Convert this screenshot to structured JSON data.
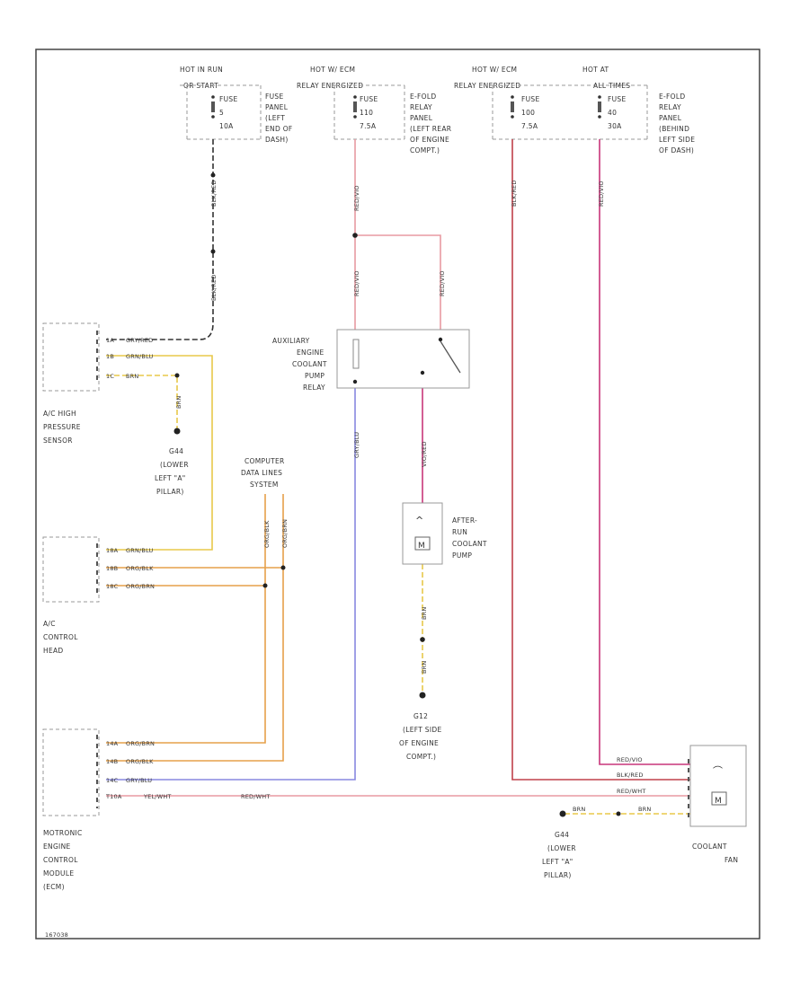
{
  "colors": {
    "pink": "#e89aa2",
    "dark_red": "#c0404a",
    "magenta": "#c8357a",
    "orange": "#e6a04a",
    "yellow": "#e8c84a",
    "blue": "#8888e0",
    "brown": "#7a5a3a",
    "black": "#333333",
    "grey": "#9a9a9a"
  },
  "fuse_panels": [
    {
      "header": "HOT IN RUN",
      "subheader": "OR START",
      "fuse_lines": [
        "FUSE",
        "5",
        "10A"
      ],
      "location_lines": [
        "FUSE",
        "PANEL",
        "(LEFT",
        "END OF",
        "DASH)"
      ]
    },
    {
      "header": "HOT W/ ECM",
      "subheader": "RELAY ENERGIZED",
      "fuse_lines": [
        "FUSE",
        "110",
        "7.5A"
      ],
      "location_lines": [
        "E-FOLD",
        "RELAY",
        "PANEL",
        "(LEFT REAR",
        "OF ENGINE",
        "COMPT.)"
      ]
    },
    {
      "header": "HOT W/ ECM",
      "subheader": "RELAY ENERGIZED",
      "fuse_lines": [
        "FUSE",
        "100",
        "7.5A"
      ],
      "location_lines": []
    },
    {
      "header": "HOT AT",
      "subheader": "ALL TIMES",
      "fuse_lines": [
        "FUSE",
        "40",
        "30A"
      ],
      "location_lines": [
        "E-FOLD",
        "RELAY",
        "PANEL",
        "(BEHIND",
        "LEFT SIDE",
        "OF DASH)"
      ]
    }
  ],
  "wire_labels": {
    "w1_top": "BLK/RED",
    "w1_bottom": "BLK/RED",
    "w2_top": "RED/VIO",
    "w2_relay_left": "RED/VIO",
    "w2_relay_right": "RED/VIO",
    "w3": "BLK/RED",
    "w4": "RED/VIO",
    "relay_out": "VIO/RED",
    "relay_ground": "GRY/BLU",
    "pump_ground_top": "BRN",
    "pump_ground_bottom": "BRN",
    "sensor_ground": "BRN",
    "data_line_1": "ORG/BLK",
    "data_line_2": "ORG/BRN"
  },
  "connector_rows": {
    "sensor": [
      {
        "pin": "1A",
        "wire": "GRY/RED"
      },
      {
        "pin": "1B",
        "wire": "GRN/BLU"
      },
      {
        "pin": "1C",
        "wire": "BRN"
      }
    ],
    "control_head": [
      {
        "pin": "18A",
        "wire": "GRN/BLU"
      },
      {
        "pin": "18B",
        "wire": "ORG/BLK"
      },
      {
        "pin": "18C",
        "wire": "ORG/BRN"
      }
    ],
    "ecm": [
      {
        "pin": "14A",
        "wire": "ORG/BRN"
      },
      {
        "pin": "14B",
        "wire": "ORG/BLK"
      },
      {
        "pin": "14C",
        "wire": "GRY/BLU"
      },
      {
        "pin": "T10A",
        "wire": "YEL/WHT"
      }
    ],
    "ecm_wire_right": "RED/WHT",
    "fan": [
      {
        "wire": "RED/VIO"
      },
      {
        "wire": "BLK/RED"
      },
      {
        "wire": "RED/WHT"
      }
    ],
    "fan_ground_1": "BRN",
    "fan_ground_2": "BRN"
  },
  "components": {
    "sensor": [
      "A/C HIGH",
      "PRESSURE",
      "SENSOR"
    ],
    "control_head": [
      "A/C",
      "CONTROL",
      "HEAD"
    ],
    "ecm": [
      "MOTRONIC",
      "ENGINE",
      "CONTROL",
      "MODULE",
      "(ECM)"
    ],
    "relay": [
      "AUXILIARY",
      "ENGINE",
      "COOLANT",
      "PUMP",
      "RELAY"
    ],
    "pump": [
      "AFTER-",
      "RUN",
      "COOLANT",
      "PUMP"
    ],
    "data_lines": [
      "COMPUTER",
      "DATA LINES",
      "SYSTEM"
    ],
    "fan": [
      "COOLANT",
      "FAN"
    ]
  },
  "grounds": {
    "g_sensor": [
      "G44",
      "(LOWER",
      "LEFT \"A\"",
      "PILLAR)"
    ],
    "g_pump": [
      "G12",
      "(LEFT SIDE",
      "OF ENGINE",
      "COMPT.)"
    ],
    "g_fan": [
      "G44",
      "(LOWER",
      "LEFT \"A\"",
      "PILLAR)"
    ]
  },
  "footer": "167038"
}
